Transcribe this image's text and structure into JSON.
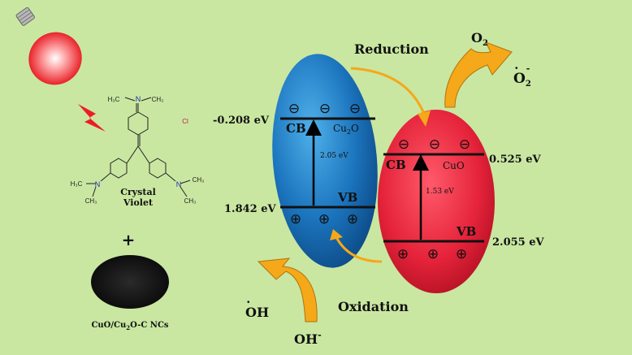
{
  "molecule": {
    "name_line1": "Crystal",
    "name_line2": "Violet",
    "counter_ion": "Cl",
    "top_methyl_left": "H₃C",
    "top_n": "N",
    "top_methyl_right": "CH₃",
    "left_n": "N",
    "right_n": "N",
    "left_methyl_1": "H₃C",
    "left_methyl_2": "CH₃",
    "right_methyl_1": "CH₃",
    "right_methyl_2": "CH₃"
  },
  "plus": "+",
  "catalyst": {
    "part1": "CuO/Cu",
    "sub": "2",
    "part2": "O-C NCs"
  },
  "cu2o": {
    "cb_energy": "-0.208 eV",
    "vb_energy": "1.842 eV",
    "cb_label": "CB",
    "vb_label": "VB",
    "name_main": "Cu",
    "name_sub": "2",
    "name_end": "O",
    "gap": "2.05 eV",
    "electron": "⊖",
    "hole": "⊕"
  },
  "cuo": {
    "cb_energy": "0.525 eV",
    "vb_energy": "2.055 eV",
    "cb_label": "CB",
    "vb_label": "VB",
    "name": "CuO",
    "gap": "1.53 eV"
  },
  "reduction": {
    "label": "Reduction",
    "reactant": "O",
    "reactant_sub": "2",
    "product": "O",
    "product_sub": "2",
    "product_sup": "-",
    "dot": "•"
  },
  "oxidation": {
    "label": "Oxidation",
    "reactant": "OH",
    "reactant_sup": "-",
    "product": "OH",
    "dot": "•"
  },
  "colors": {
    "background": "#c9e7a1",
    "cu2o": "#1b74bd",
    "cuo": "#e5233a",
    "arrow": "#f5a819"
  }
}
